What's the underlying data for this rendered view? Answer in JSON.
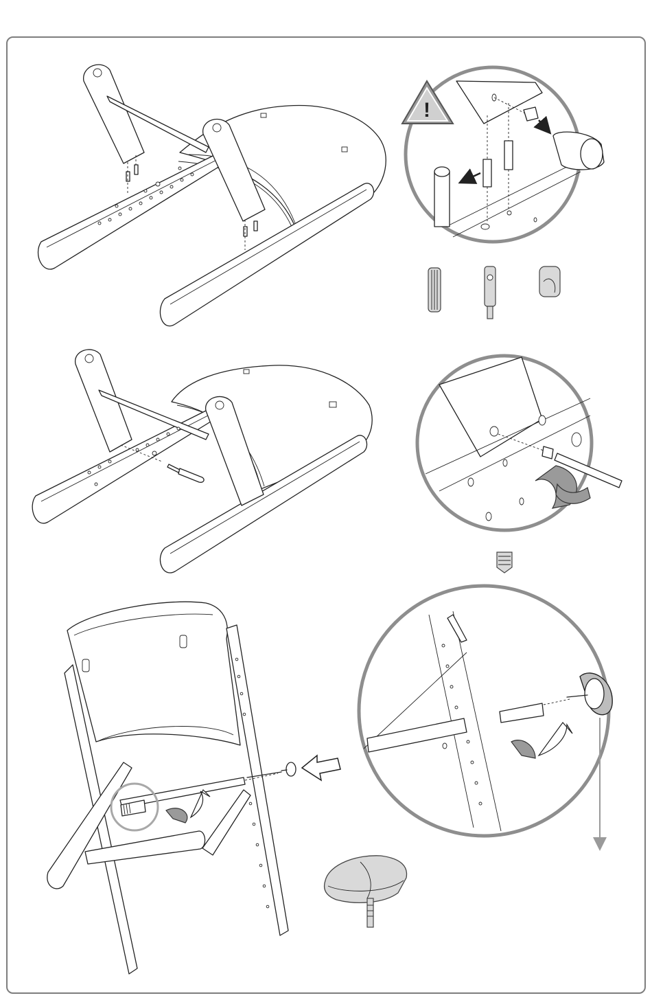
{
  "page": {
    "background": "#ffffff",
    "border_color": "#7d7d7d",
    "zoom_circle_color": "#8e8e8e",
    "part_fill_color": "#d9d9d9",
    "arrow_fill_color": "#9a9a9a"
  },
  "steps": [
    {
      "id": "step-1",
      "content": "frame-seat-assembly-with-dowels",
      "detail": "zoom-dowel-and-cam-bolt",
      "warning_icon": "warning-triangle-icon",
      "warning_symbol": "!",
      "parts": [
        "dowel-icon",
        "cam-bolt-icon",
        "cam-nut-icon"
      ]
    },
    {
      "id": "step-2",
      "content": "frame-seat-with-screwdriver",
      "detail": "zoom-screw-insert-rotation",
      "parts": [
        "threaded-insert-icon"
      ]
    },
    {
      "id": "step-3",
      "content": "upright-chair-with-crossbar",
      "detail": "zoom-footrest-knob",
      "parts": [
        "footrest-knob-icon"
      ]
    }
  ]
}
